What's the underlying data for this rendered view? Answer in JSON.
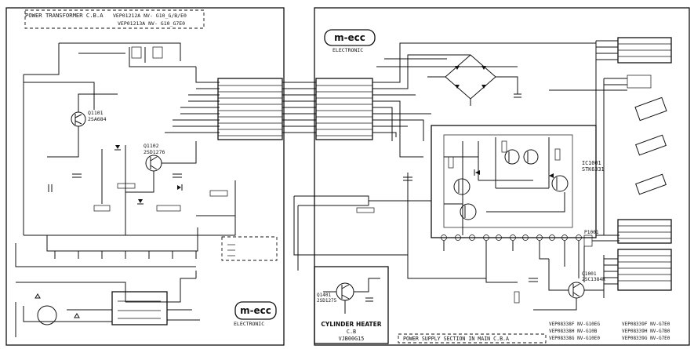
{
  "transformer_board": {
    "title": "POWER TRANSFORMER C.B.A",
    "model_1": "VEP01212A NV- G10_G/B/E0",
    "model_2": "VEP01213A NV- G10_G7E0",
    "q1101": "Q1101",
    "q1101_type": "2SA684",
    "q1102": "Q1102",
    "q1102_type": "2SD1276",
    "logo": "m-ecc",
    "logo_sub": "ELECTRONIC"
  },
  "main_board": {
    "logo": "m-ecc",
    "logo_sub": "ELECTRONIC",
    "ic_ref": "IC1001",
    "ic_type": "STK6331",
    "q1001": "Q1001",
    "q1001_type": "2SC1384R",
    "p1001": "P1001",
    "section_label": "POWER SUPPLY SECTION IN MAIN C.B.A",
    "models": [
      "VEP08338F NV-G10EG",
      "VEP08339F NV-G7E0",
      "VEP08338H NV-G10B",
      "VEP08339H NV-G7B0",
      "VEP08338G NV-G10E0",
      "VEP08339G NV-G7E0"
    ]
  },
  "cylinder_heater": {
    "q_ref": "Q1401",
    "q_type": "2SD1275",
    "title": "CYLINDER HEATER",
    "sub": "C.B",
    "part": "VJB00G15"
  }
}
